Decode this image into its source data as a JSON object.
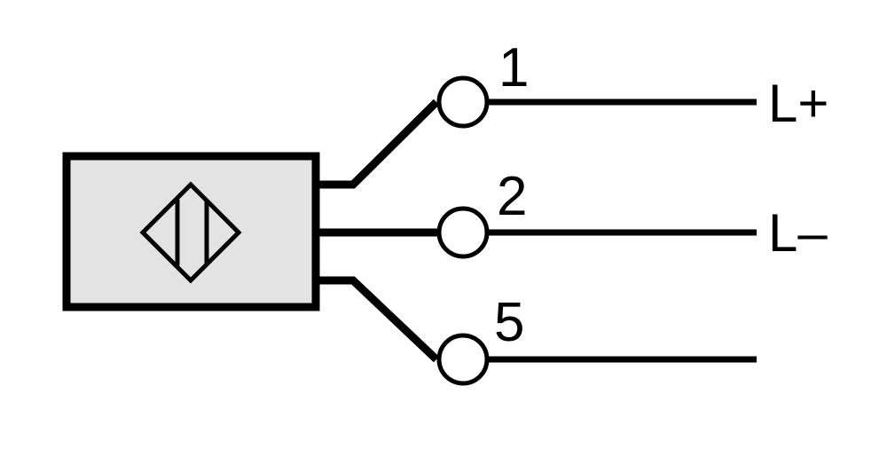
{
  "diagram": {
    "colors": {
      "stroke": "#000000",
      "sensor_fill": "#e3e3e3",
      "background": "#ffffff"
    },
    "sensor": {
      "icon": "inductive-proximity-sensor-symbol"
    },
    "pins": [
      {
        "number": "1",
        "signal": "L+"
      },
      {
        "number": "2",
        "signal": "L–"
      },
      {
        "number": "5",
        "signal": ""
      }
    ]
  }
}
